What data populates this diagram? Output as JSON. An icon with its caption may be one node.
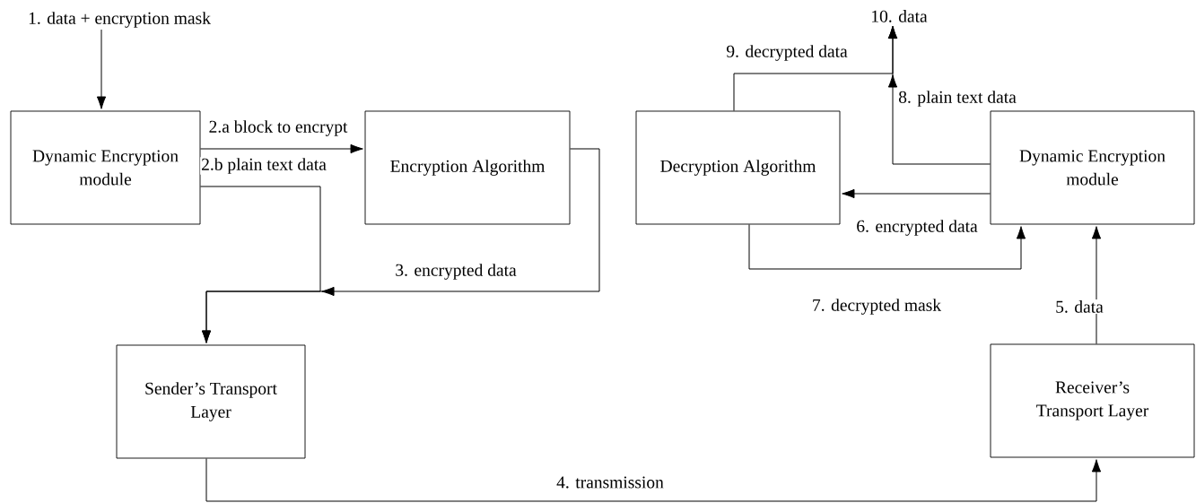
{
  "diagram": {
    "nodes": [
      {
        "text": [
          "1. data + encryption mask"
        ]
      },
      {
        "text": [
          "Dynamic Encryption module"
        ]
      },
      {
        "text": [
          "Encryption Algorithm"
        ]
      },
      {
        "text": [
          "Sender’s Transport Layer"
        ]
      },
      {
        "text": [
          "Decryption Algorithm"
        ]
      },
      {
        "text": [
          "Dynamic Encryption module"
        ]
      },
      {
        "text": [
          "Receiver’s Transport Layer"
        ]
      },
      {
        "text": [
          "10. data"
        ]
      }
    ],
    "edges": [
      {
        "from": 0,
        "to": 1,
        "arrow": "to"
      },
      {
        "from": 1,
        "to": 2,
        "arrow": "to",
        "label": "2.a block to encrypt"
      },
      {
        "from": 1,
        "to": 3,
        "arrow": "to",
        "label": "2.b plain text data"
      },
      {
        "from": 2,
        "to": 3,
        "arrow": "to",
        "label": "3. encrypted data"
      },
      {
        "from": 3,
        "to": 6,
        "arrow": "to",
        "label": "4. transmission"
      },
      {
        "from": 6,
        "to": 5,
        "arrow": "to",
        "label": "5. data"
      },
      {
        "from": 5,
        "to": 4,
        "arrow": "to",
        "label": "6. encrypted data"
      },
      {
        "from": 4,
        "to": 5,
        "arrow": "to",
        "label": "7. decrypted mask"
      },
      {
        "from": 5,
        "to": 7,
        "arrow": "to",
        "label": "8. plain text data"
      },
      {
        "from": 4,
        "to": 7,
        "arrow": "to",
        "label": "9. decrypted data"
      }
    ]
  }
}
